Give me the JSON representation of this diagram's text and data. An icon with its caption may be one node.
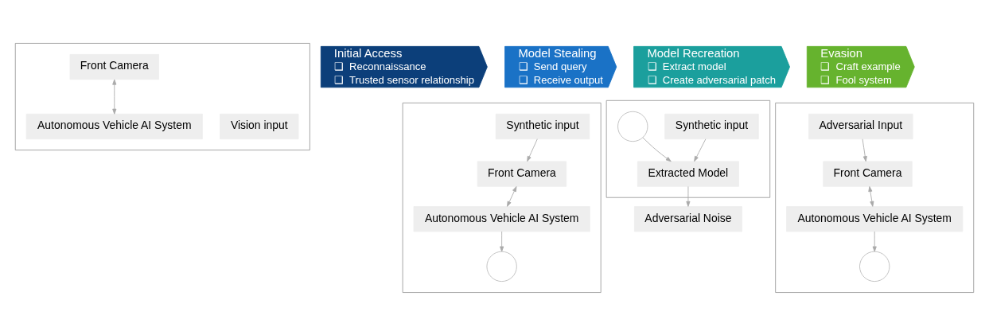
{
  "diagram": {
    "nodes": [
      {
        "text": [
          "Initial Access",
          "❑  Reconnaissance",
          "❑  Trusted sensor relationship"
        ]
      },
      {
        "text": [
          "Model Stealing",
          "❑  Send query",
          "❑  Receive output"
        ]
      },
      {
        "text": [
          "Model Recreation",
          "❑  Extract model",
          "❑  Create adversarial patch"
        ]
      },
      {
        "text": [
          "Evasion",
          "❑  Craft example",
          "❑  Fool system"
        ]
      },
      {
        "text": [],
        "shape": "box"
      },
      {
        "text": [
          "Vision input"
        ],
        "in": 4
      },
      {
        "text": [
          "Front Camera"
        ],
        "in": 4
      },
      {
        "text": [
          "Autonomous Vehicle AI System"
        ],
        "in": 4
      },
      {
        "text": [],
        "shape": "box"
      },
      {
        "text": [
          "Synthetic input"
        ],
        "in": 8
      },
      {
        "text": [],
        "shape": "circle",
        "in": 8
      },
      {
        "text": [
          "Front Camera"
        ],
        "in": 8
      },
      {
        "text": [
          "Autonomous Vehicle AI System"
        ],
        "in": 8
      },
      {
        "text": [],
        "shape": "box"
      },
      {
        "text": [
          "Synthetic input"
        ],
        "in": 13
      },
      {
        "text": [],
        "shape": "circle",
        "in": 13
      },
      {
        "text": [
          "Extracted Model"
        ],
        "in": 13
      },
      {
        "text": [
          "Adversarial Noise"
        ]
      },
      {
        "text": [],
        "shape": "box"
      },
      {
        "text": [
          "Adversarial Input"
        ],
        "in": 18
      },
      {
        "text": [],
        "shape": "circle",
        "in": 18
      },
      {
        "text": [
          "Front Camera"
        ],
        "in": 18
      },
      {
        "text": [
          "Autonomous Vehicle AI System"
        ],
        "in": 18
      }
    ],
    "edges": [
      {
        "from": 6,
        "to": 7,
        "arrow": "both"
      },
      {
        "from": 9,
        "to": 11,
        "arrow": "to"
      },
      {
        "from": 11,
        "to": 12,
        "arrow": "both"
      },
      {
        "from": 12,
        "to": 10,
        "arrow": "to"
      },
      {
        "from": 14,
        "to": 16,
        "arrow": "to"
      },
      {
        "from": 15,
        "to": 16,
        "arrow": "to"
      },
      {
        "from": 16,
        "to": 17,
        "arrow": "to"
      },
      {
        "from": 19,
        "to": 21,
        "arrow": "to"
      },
      {
        "from": 21,
        "to": 22,
        "arrow": "both"
      },
      {
        "from": 22,
        "to": 20,
        "arrow": "to"
      }
    ]
  }
}
